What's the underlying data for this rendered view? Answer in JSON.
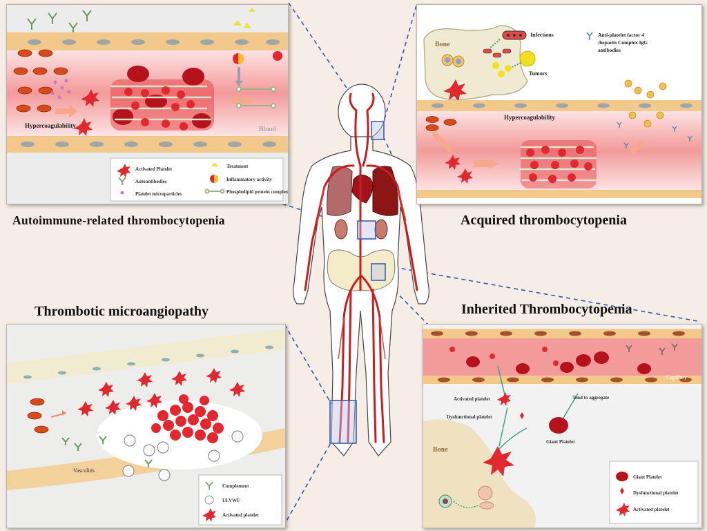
{
  "titles": {
    "autoimmune": "Autoimmune-related  thrombocytopenia",
    "acquired": "Acquired thrombocytopenia",
    "tma": "Thrombotic microangiopathy",
    "inherited": "Inherited Thrombocytopenia"
  },
  "panel_tl": {
    "hypercoag": "Hypercoagulability",
    "blood": "Blood",
    "legend": {
      "activated_platelet": "Activated Platelet",
      "autoantibodies": "Autoantibodies",
      "microparticles": "Platelet microparticles",
      "treatment": "Treatment",
      "inflammatory": "Inflammatory activity",
      "phospholipid": "Phospholipid protein complex"
    }
  },
  "panel_tr": {
    "bone": "Bone",
    "infections": "Infections",
    "tumors": "Tumors",
    "antibody_line1": "Anti-platelet factor 4",
    "antibody_line2": "/heparin Complex IgG",
    "antibody_line3": "antibodies",
    "hypercoag": "Hypercoagulability"
  },
  "panel_bl": {
    "vasculitis": "Vasculitis",
    "legend": {
      "complement": "Complement",
      "ulvwf": "ULVWF",
      "activated": "Activated platelet"
    }
  },
  "panel_br": {
    "capillary": "Capillary",
    "bone": "Bone",
    "activated": "Activated platelet",
    "dysfunctional": "Dysfunctional platelet",
    "giant": "Giant Platelet",
    "tend": "Tend to aggregate",
    "legend": {
      "giant": "Giant Platelet",
      "dysfunctional": "Dysfunctional platelet",
      "activated": "Activated platelet"
    }
  },
  "colors": {
    "vessel_wall": "#f2c98a",
    "blood": "#f7b4b4",
    "platelet": "#e0282e",
    "clot": "#b5121b",
    "dashed": "#2f58b0",
    "artery": "#c81e1e"
  },
  "icons": [
    "activated-platelet-icon",
    "autoantibody-icon",
    "microparticle-icon",
    "treatment-icon",
    "inflammatory-icon",
    "phospholipid-complex-icon",
    "complement-icon",
    "ulvwf-icon",
    "giant-platelet-icon",
    "dysfunctional-platelet-icon"
  ]
}
